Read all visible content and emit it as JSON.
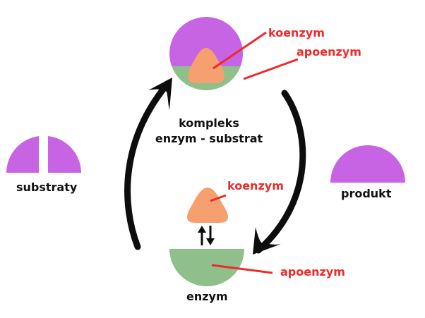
{
  "colors": {
    "substrate": "#c764e3",
    "coenzyme": "#f5a06e",
    "apoenzyme": "#8fbf8a",
    "callout": "#ee2a2a",
    "arrow": "#0d0d0d",
    "text": "#111111"
  },
  "complex": {
    "label_line1": "kompleks",
    "label_line2": "enzym - substrat",
    "callout_coenzyme": "koenzym",
    "callout_apoenzyme": "apoenzym"
  },
  "substrates": {
    "label": "substraty"
  },
  "product": {
    "label": "produkt"
  },
  "enzyme": {
    "label": "enzym",
    "callout_coenzyme": "koenzym",
    "callout_apoenzyme": "apoenzym"
  },
  "icons": {
    "cycle_arrow_up": "curved-arrow-up-icon",
    "cycle_arrow_down": "curved-arrow-down-icon",
    "equilibrium": "reversible-arrows-icon"
  }
}
